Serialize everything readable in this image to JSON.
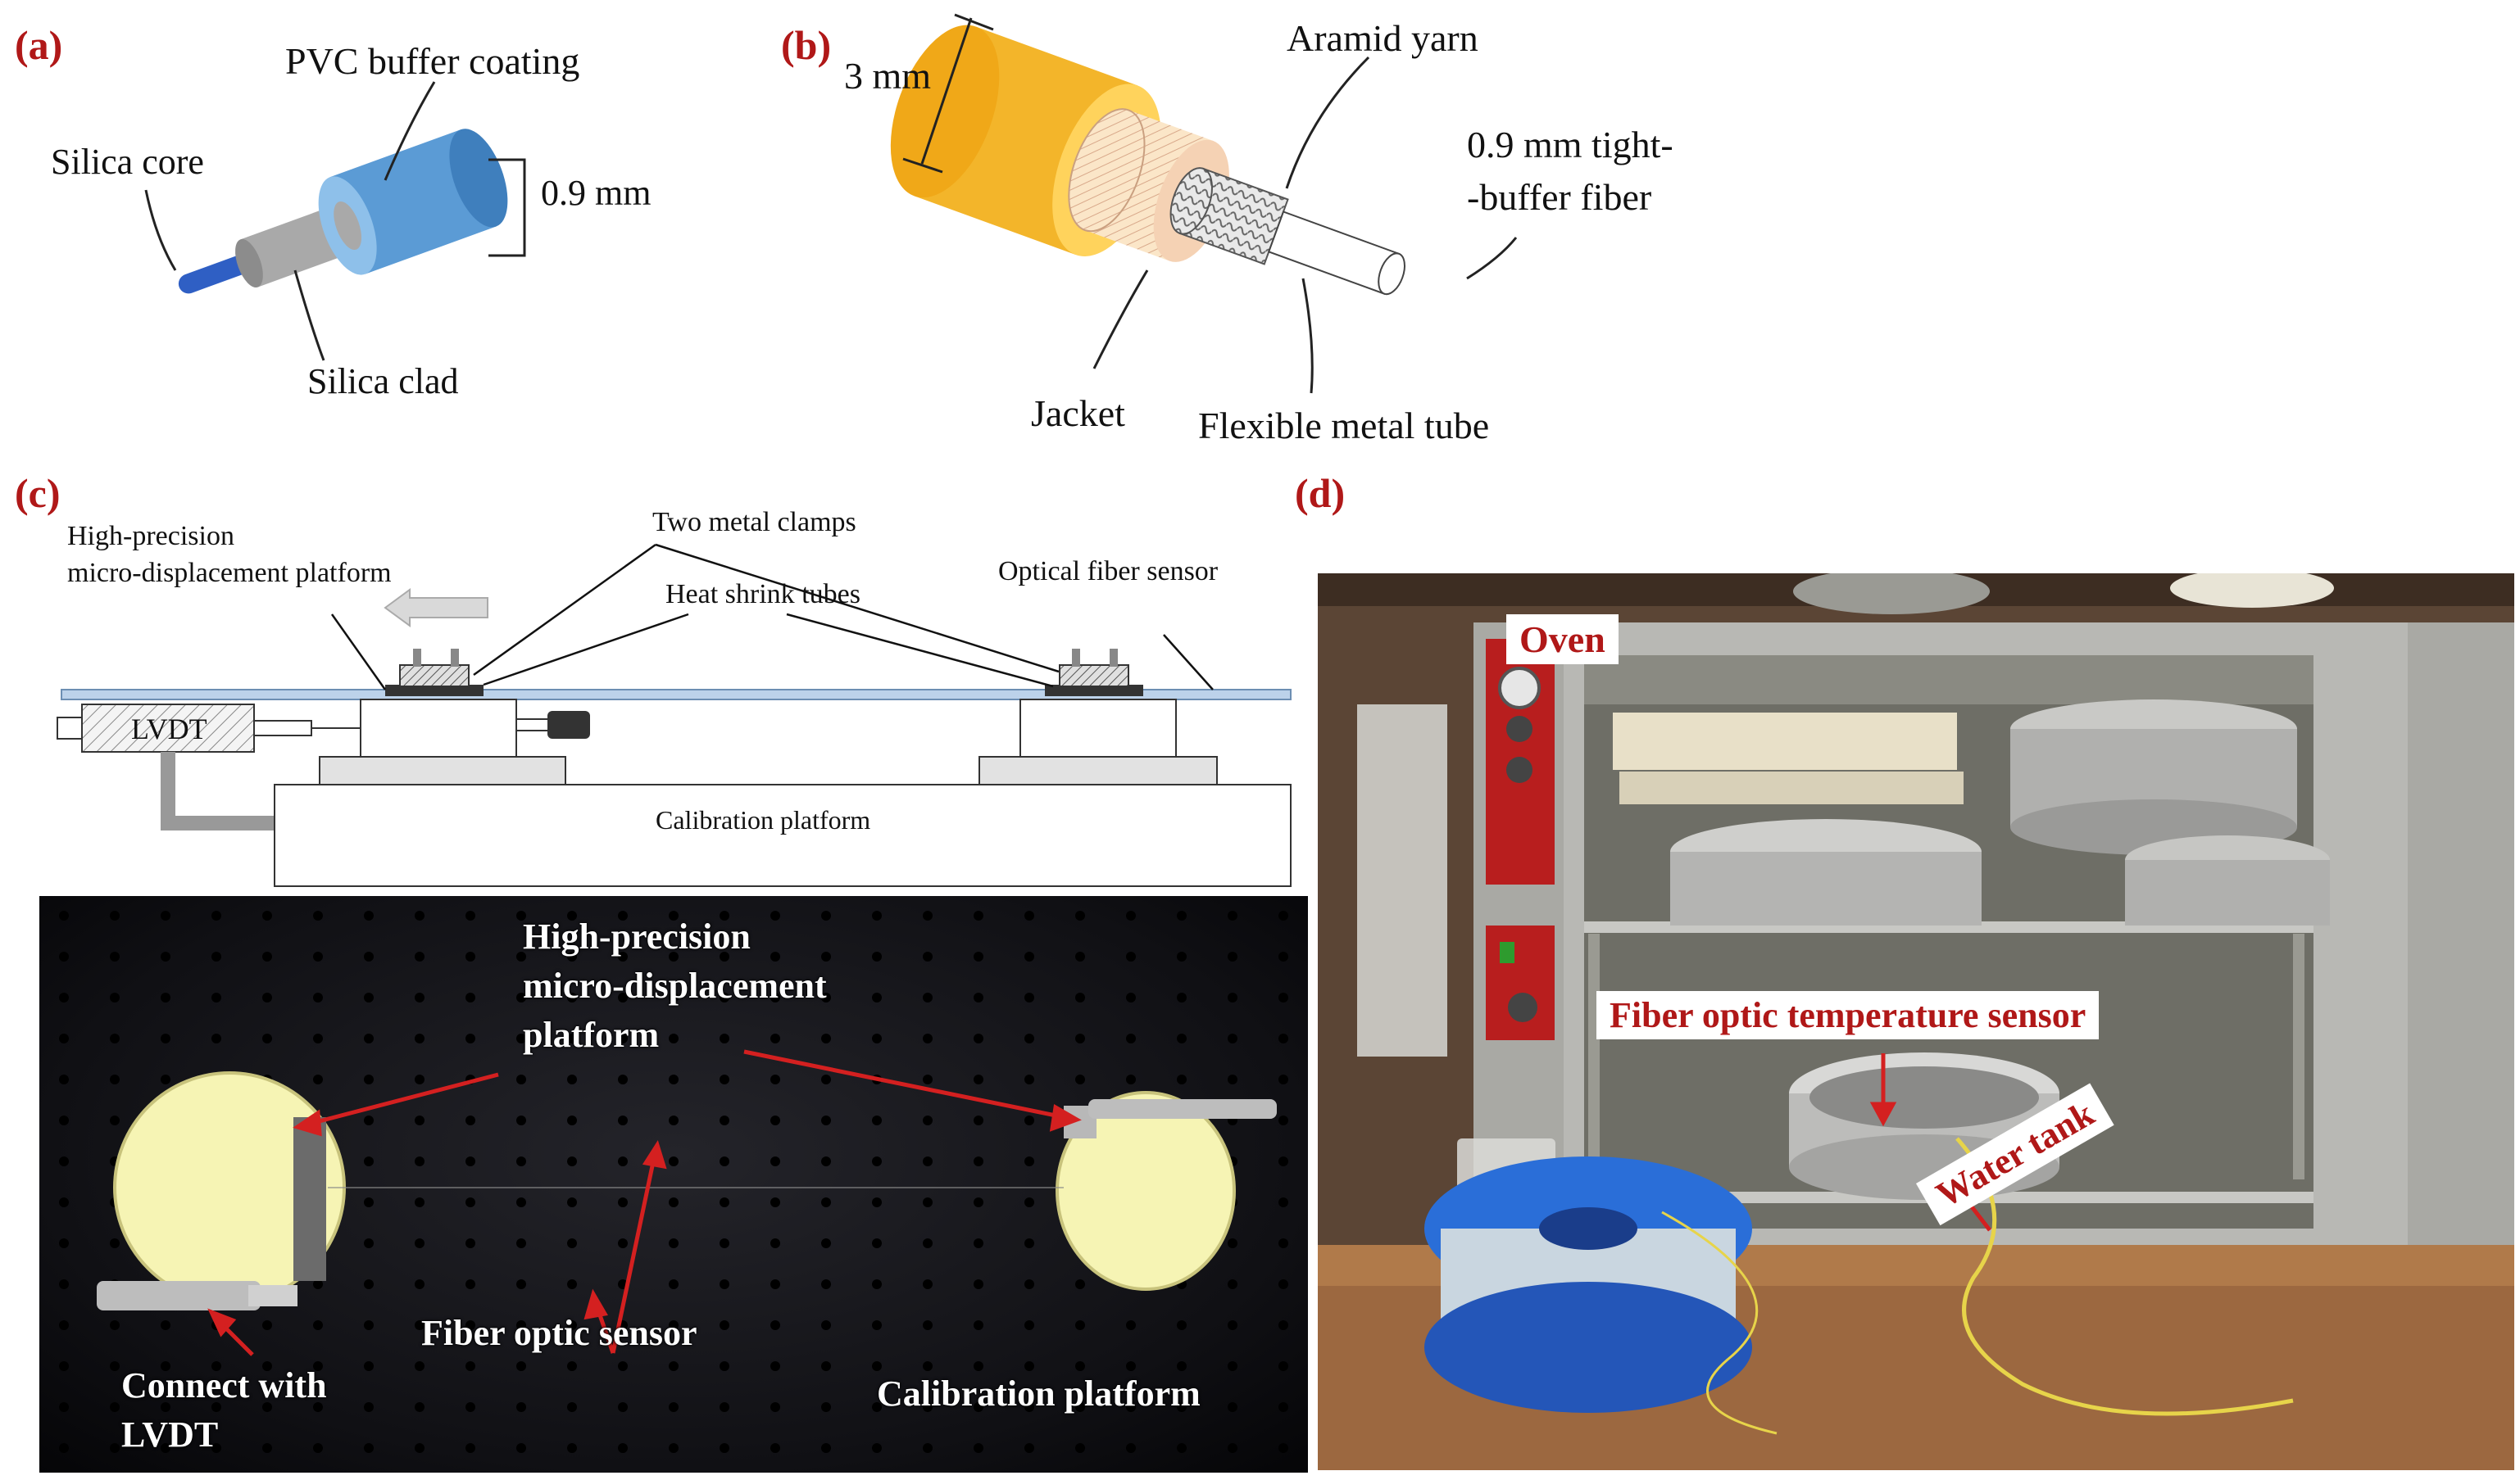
{
  "panels": {
    "a": {
      "label": "(a)",
      "texts": {
        "pvc": "PVC buffer coating",
        "core": "Silica core",
        "dim": "0.9 mm",
        "clad": "Silica clad"
      }
    },
    "b": {
      "label": "(b)",
      "texts": {
        "dim": "3 mm",
        "yarn": "Aramid yarn",
        "fiber1": "0.9 mm tight-",
        "fiber2": "-buffer fiber",
        "jacket": "Jacket",
        "tube": "Flexible metal tube"
      }
    },
    "c": {
      "label": "(c)",
      "schematic": {
        "platform1": "High-precision",
        "platform2": "micro-displacement platform",
        "clamps": "Two metal clamps",
        "shrink": "Heat shrink tubes",
        "sensor": "Optical fiber sensor",
        "lvdt": "LVDT",
        "calib": "Calibration platform"
      },
      "photo": {
        "platform1": "High-precision",
        "platform2": "micro-displacement",
        "platform3": "platform",
        "fiber": "Fiber optic sensor",
        "lvdt1": "Connect with",
        "lvdt2": "LVDT",
        "calib": "Calibration platform"
      }
    },
    "d": {
      "label": "(d)",
      "oven": "Oven",
      "sensor": "Fiber optic temperature sensor",
      "tank": "Water tank"
    }
  },
  "colors": {
    "label_red": "#b01818",
    "pvc_blue": "#5b9bd5",
    "core_blue": "#2f5fc4",
    "jacket_yellow": "#f3b52a"
  }
}
